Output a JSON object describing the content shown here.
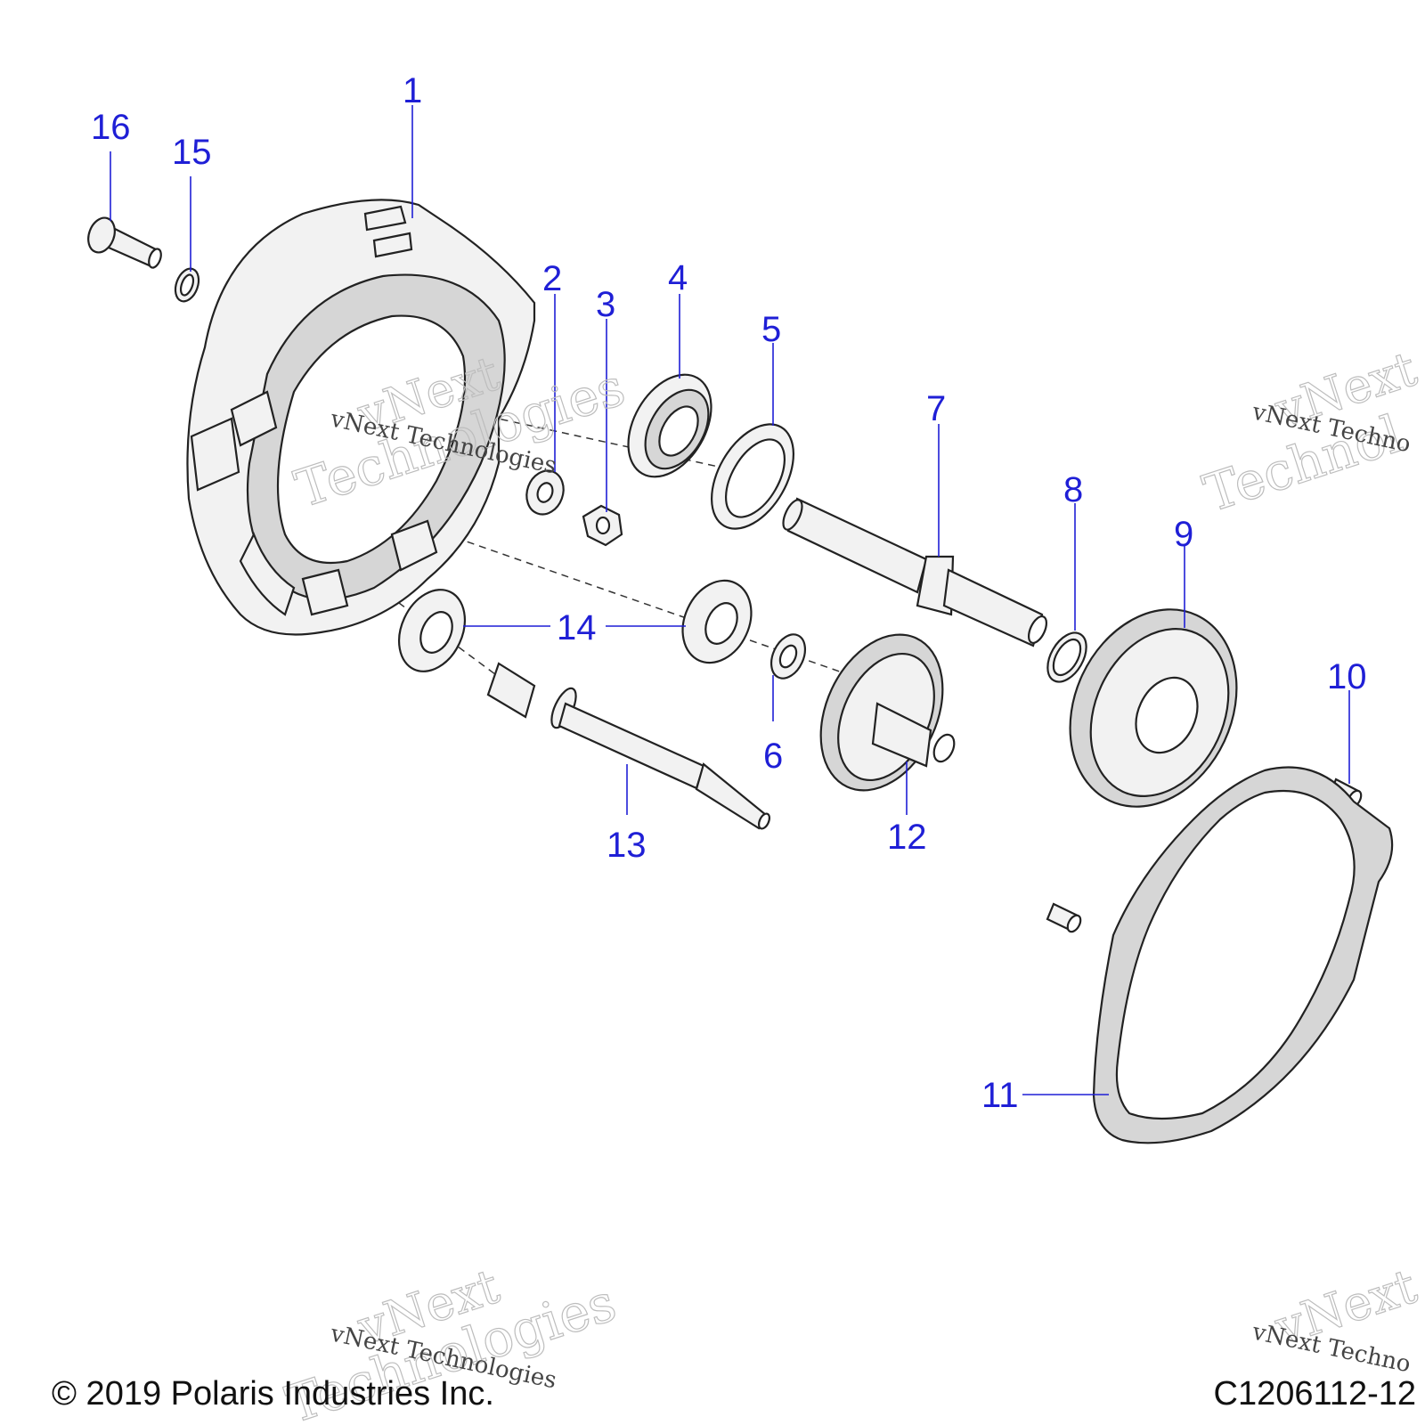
{
  "callouts": [
    "1",
    "2",
    "3",
    "4",
    "5",
    "6",
    "7",
    "8",
    "9",
    "10",
    "11",
    "12",
    "13",
    "14",
    "15",
    "16"
  ],
  "watermark": {
    "line1": "vNext",
    "line2": "Technologies",
    "small": "vNext Technologies",
    "small_cut": "vNext Techno",
    "large_cut": "Technol"
  },
  "footer": {
    "copyright": "© 2019 Polaris Industries Inc.",
    "code": "C1206112-12"
  }
}
